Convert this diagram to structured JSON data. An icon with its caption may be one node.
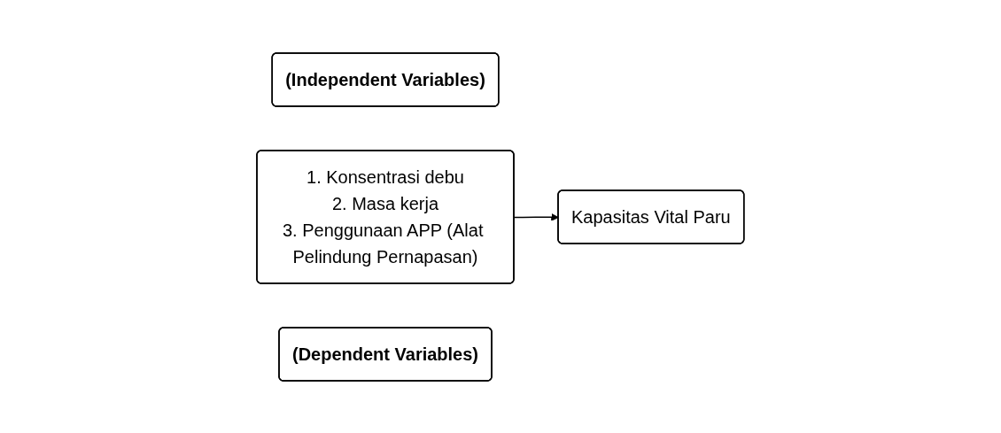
{
  "diagram": {
    "nodes": [
      {
        "text": [
          "(Independent Variables)"
        ]
      },
      {
        "text": [
          "1. Konsentrasi debu",
          "2. Masa kerja",
          "3. Penggunaan APP (Alat Pelindung Pernapasan)"
        ]
      },
      {
        "text": [
          "(Dependent Variables)"
        ]
      },
      {
        "text": [
          "Kapasitas Vital Paru"
        ]
      }
    ],
    "edges": [
      {
        "from": 1,
        "to": 3,
        "arrow": "to"
      }
    ]
  }
}
